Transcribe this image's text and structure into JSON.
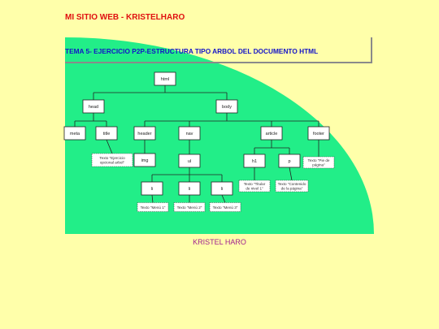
{
  "header": {
    "site_title": "MI SITIO WEB - KRISTELHARO"
  },
  "topic": {
    "title": "TEMA 5- EJERCICIO P2P-ESTRUCTURA TIPO ARBOL DEL DOCUMENTO HTML"
  },
  "tree": {
    "nodes": {
      "html": "html",
      "head": "head",
      "body": "body",
      "meta": "meta",
      "title": "title",
      "header": "header",
      "nav": "nav",
      "article": "article",
      "footer": "footer",
      "img": "img",
      "ul": "ul",
      "h1": "h1",
      "p": "p",
      "li1": "li",
      "li2": "li",
      "li3": "li"
    },
    "texts": {
      "title_text": [
        "Texto \"Ejercicio",
        "opcional arbol\""
      ],
      "footer_text": [
        "Texto \"Pie de",
        "página\""
      ],
      "h1_text": [
        "Texto \"Titular",
        "de nivel 1\""
      ],
      "p_text": [
        "Texto \"Contenido",
        "de la página\""
      ],
      "li1_text": [
        "Texto \"Menú 1\""
      ],
      "li2_text": [
        "Texto \"Menú 2\""
      ],
      "li3_text": [
        "Texto \"Menú 3\""
      ]
    }
  },
  "footer": {
    "author": "KRISTEL HARO"
  }
}
